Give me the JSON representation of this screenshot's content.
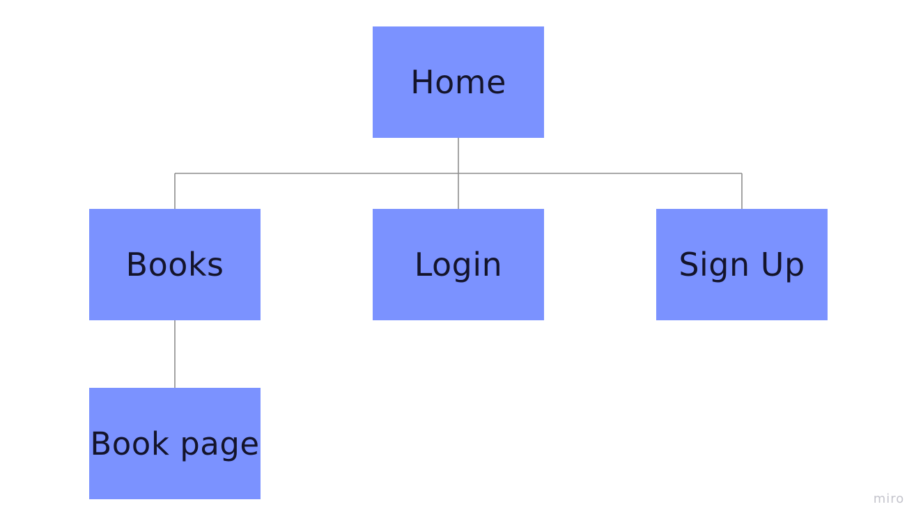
{
  "diagram": {
    "nodes": [
      {
        "id": "home",
        "label": "Home"
      },
      {
        "id": "books",
        "label": "Books"
      },
      {
        "id": "login",
        "label": "Login"
      },
      {
        "id": "signup",
        "label": "Sign Up"
      },
      {
        "id": "bookpage",
        "label": "Book page"
      }
    ],
    "edges": [
      {
        "from": "home",
        "to": "books"
      },
      {
        "from": "home",
        "to": "login"
      },
      {
        "from": "home",
        "to": "signup"
      },
      {
        "from": "books",
        "to": "bookpage"
      }
    ],
    "node_color": "#7b92ff",
    "connector_color": "#8c8c8c"
  },
  "watermark": {
    "text": "miro"
  }
}
